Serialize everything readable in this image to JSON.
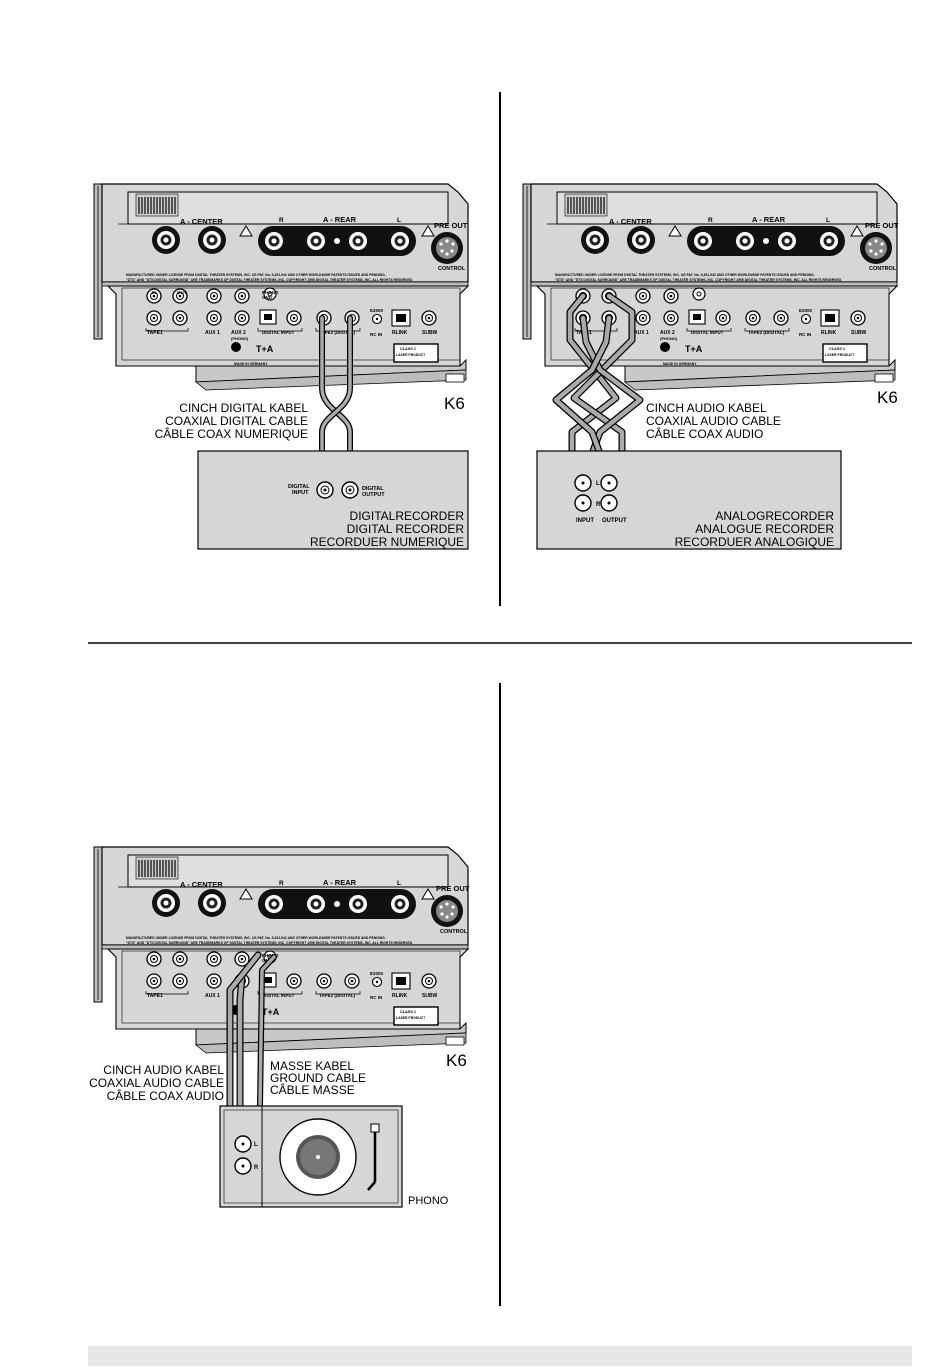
{
  "device": {
    "model": "K6",
    "center_label": "A - CENTER",
    "rear_label": "A - REAR",
    "rear_r": "R",
    "rear_l": "L",
    "preout": "PRE OUT",
    "control": "CONTROL",
    "legal_line1": "MANUFACTURED UNDER LICENSE FROM DIGITAL THEATER SYSTEMS, INC. US PAT. No. 5,451,942 AND OTHER WORLDWIDE PATENTS ISSUED AND PENDING.",
    "legal_line2": "\"DTS\" AND \"DTS DIGITAL SURROUND\" ARE TRADEMARKS OF DIGITAL THEATER SYSTEMS, INC. COPYRIGHT 1996 DIGITAL THEATER SYSTEMS, INC. ALL RIGHTS RESERVED.",
    "in": "IN",
    "out": "OUT",
    "ch_l": "L",
    "ch_r": "R",
    "tape1": "TAPE1",
    "aux1": "AUX 1",
    "aux2": "AUX 2",
    "phono_paren": "(PHONO)",
    "phono_gnd_1": "PHONO",
    "phono_gnd_2": "GND",
    "dig_1": "1",
    "dig_2": "2",
    "digital_input": "DIGITAL INPUT",
    "tape2": "TAPE2 (DIGITAL)",
    "e2000": "E2000",
    "rcin": "RC IN",
    "rlink": "RLINK",
    "subw": "SUBW",
    "class1_1": "CLASS 1",
    "class1_2": "LASER PRODUCT",
    "made_in": "MADE IN GERMANY",
    "logo": "T+A"
  },
  "panel1": {
    "cable_lines": [
      "CINCH DIGITAL KABEL",
      "COAXIAL DIGITAL CABLE",
      "CÂBLE COAX NUMERIQUE"
    ],
    "input_1": "DIGITAL",
    "input_2": "INPUT",
    "output_1": "DIGITAL",
    "output_2": "OUTPUT",
    "rec_lines": [
      "DIGITALRECORDER",
      "DIGITAL RECORDER",
      "RECORDUER NUMERIQUE"
    ]
  },
  "panel2": {
    "cable_lines": [
      "CINCH AUDIO KABEL",
      "COAXIAL AUDIO CABLE",
      "CÂBLE COAX AUDIO"
    ],
    "l": "L",
    "r": "R",
    "input": "INPUT",
    "output": "OUTPUT",
    "rec_lines": [
      "ANALOGRECORDER",
      "ANALOGUE RECORDER",
      "RECORDUER ANALOGIQUE"
    ]
  },
  "panel3": {
    "cable_lines": [
      "CINCH AUDIO KABEL",
      "COAXIAL AUDIO CABLE",
      "CÂBLE COAX AUDIO"
    ],
    "ground_lines": [
      "MASSE KABEL",
      "GROUND CABLE",
      "CÂBLE MASSE"
    ],
    "l": "L",
    "r": "R",
    "phono": "PHONO"
  }
}
